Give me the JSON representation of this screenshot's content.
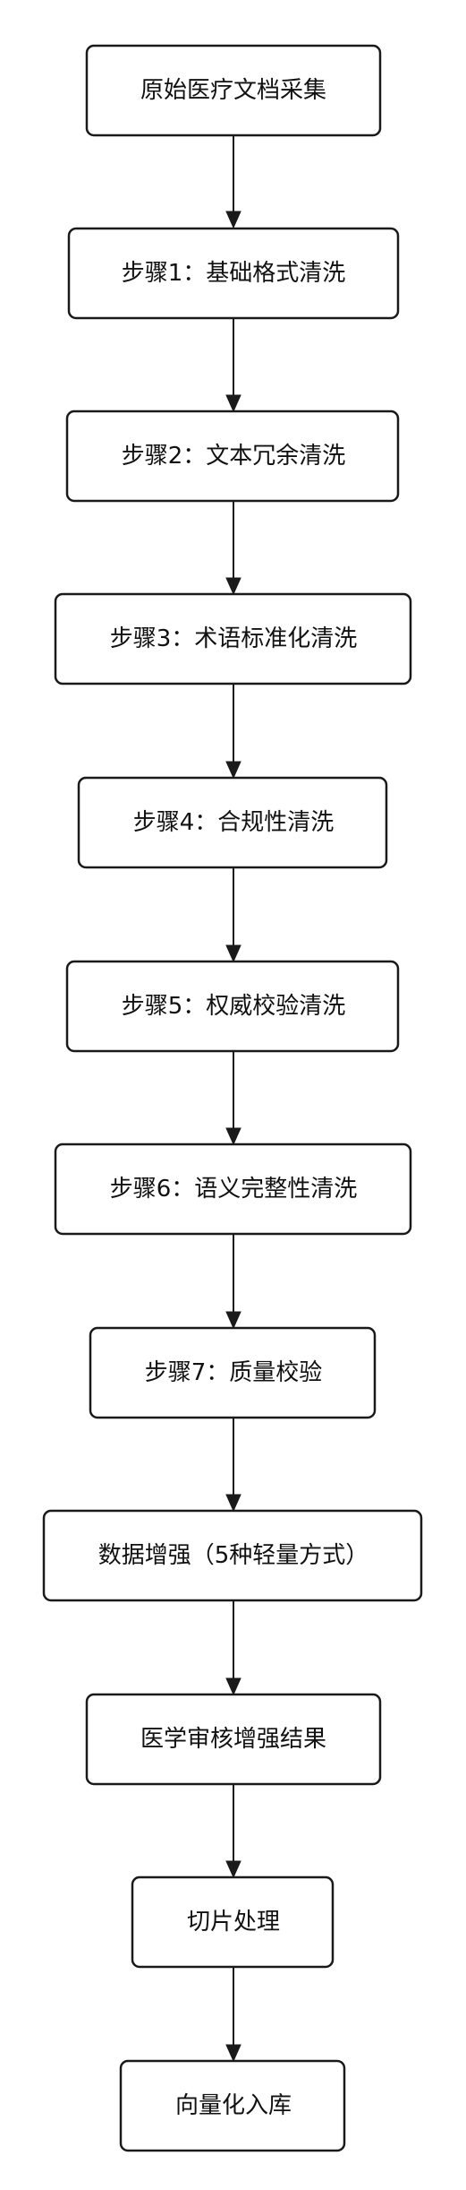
{
  "nodes": [
    "原始医疗文档采集",
    "步骤1：基础格式清洗",
    "步骤2：文本冗余清洗",
    "步骤3：术语标准化清洗",
    "步骤4：合规性清洗",
    "步骤5：权威校验清洗",
    "步骤6：语义完整性清洗",
    "步骤7：质量校验",
    "数据增强（5种轻量方式）",
    "医学审核增强结果",
    "切片处理",
    "向量化入库"
  ],
  "colors": {
    "stroke": "#1a1a1a",
    "fill": "#ffffff",
    "text": "#111111"
  }
}
